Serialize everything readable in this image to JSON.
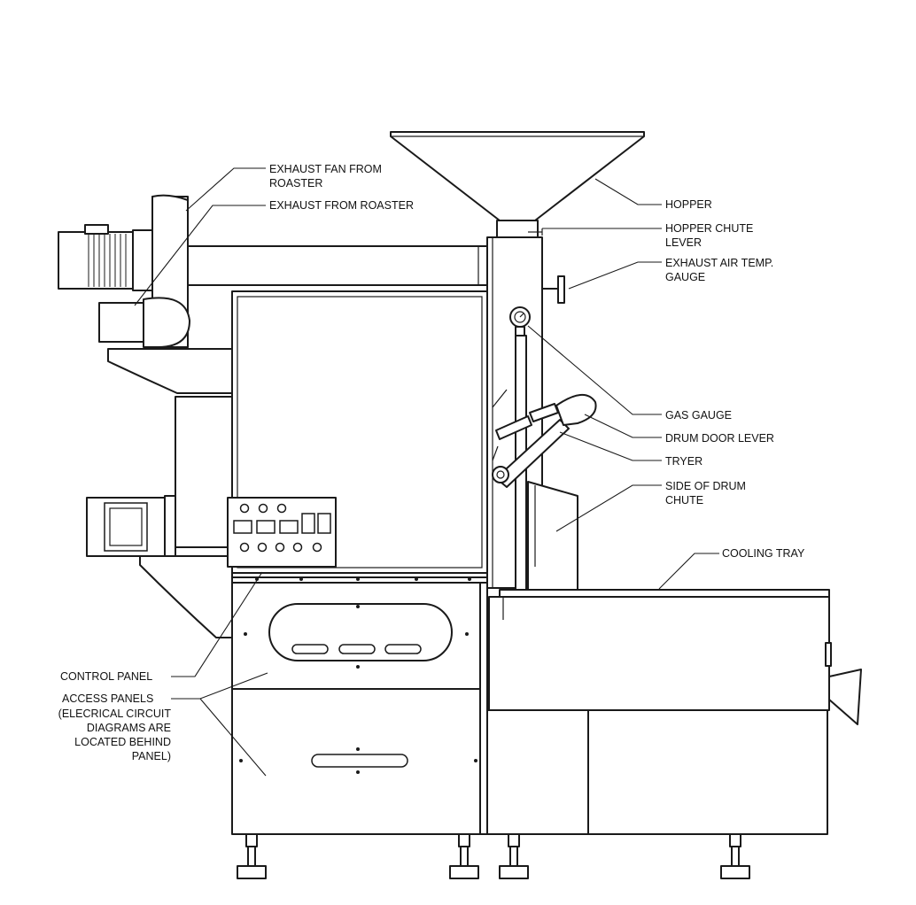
{
  "labels": {
    "exhaust_fan": "EXHAUST FAN FROM\nROASTER",
    "exhaust_from_roaster": "EXHAUST FROM ROASTER",
    "hopper": "HOPPER",
    "hopper_chute_lever": "HOPPER CHUTE\nLEVER",
    "exhaust_air_temp_gauge": "EXHAUST AIR TEMP.\nGAUGE",
    "gas_gauge": "GAS GAUGE",
    "drum_door_lever": "DRUM DOOR LEVER",
    "tryer": "TRYER",
    "side_of_drum_chute": "SIDE OF DRUM\nCHUTE",
    "cooling_tray": "COOLING TRAY",
    "control_panel": "CONTROL PANEL",
    "access_panels": "ACCESS PANELS",
    "access_panels_note": "(ELECRICAL CIRCUIT\nDIAGRAMS ARE\nLOCATED BEHIND\nPANEL)"
  },
  "colors": {
    "line": "#1a1a1a",
    "background": "#ffffff"
  }
}
